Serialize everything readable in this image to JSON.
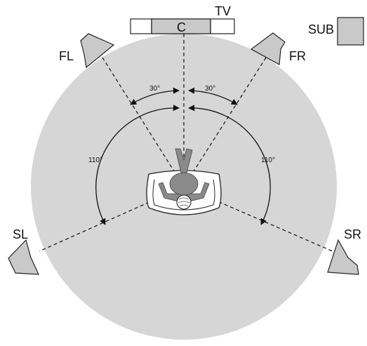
{
  "labels": {
    "tv": "TV",
    "center": "C",
    "front_left": "FL",
    "front_right": "FR",
    "sub": "SUB",
    "surround_left": "SL",
    "surround_right": "SR",
    "angle_front_left": "30°",
    "angle_front_right": "30°",
    "angle_surround_left": "110°",
    "angle_surround_right": "110°"
  },
  "colors": {
    "room_fill": "#d6d6d6",
    "speaker_fill": "#c9c9c9",
    "line": "#111111"
  }
}
